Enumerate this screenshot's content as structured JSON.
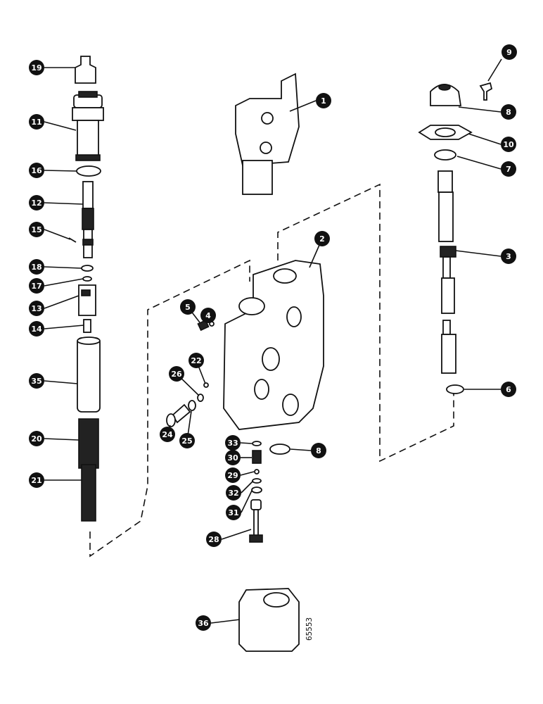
{
  "callouts": [
    "19",
    "11",
    "16",
    "12",
    "15",
    "18",
    "17",
    "13",
    "14",
    "35",
    "20",
    "21",
    "1",
    "2",
    "5",
    "4",
    "26",
    "22",
    "24",
    "25",
    "33",
    "30",
    "29",
    "32",
    "31",
    "28",
    "8",
    "36",
    "9",
    "8",
    "10",
    "7",
    "3",
    "6"
  ],
  "figure_code": "65553"
}
